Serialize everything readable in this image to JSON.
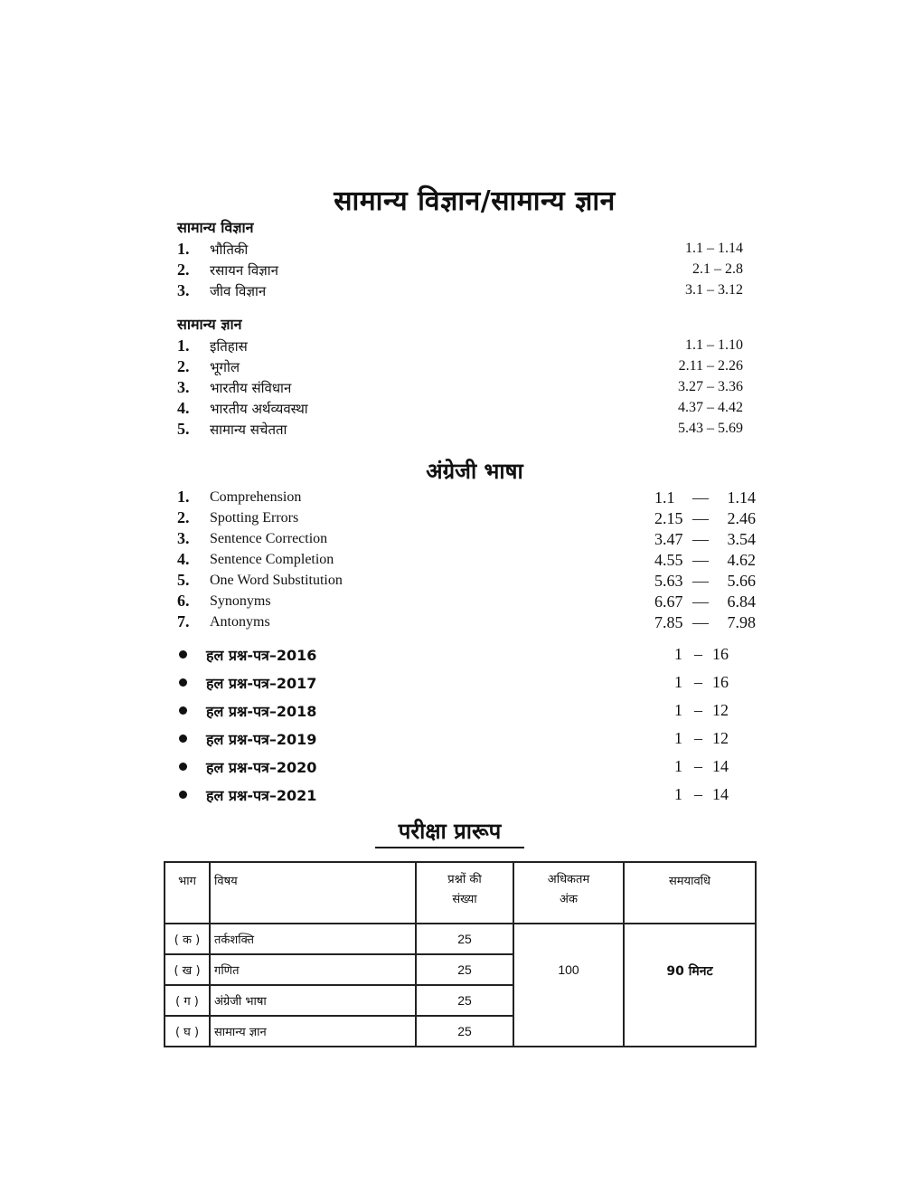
{
  "main_title": "सामान्य विज्ञान/सामान्य ज्ञान",
  "general_science": {
    "heading": "सामान्य विज्ञान",
    "items": [
      {
        "num": "1.",
        "label": "भौतिकी",
        "range": "1.1 – 1.14"
      },
      {
        "num": "2.",
        "label": "रसायन विज्ञान",
        "range": "2.1 – 2.8"
      },
      {
        "num": "3.",
        "label": "जीव विज्ञान",
        "range": "3.1 – 3.12"
      }
    ]
  },
  "general_knowledge": {
    "heading": "सामान्य ज्ञान",
    "items": [
      {
        "num": "1.",
        "label": "इतिहास",
        "range": "1.1 – 1.10"
      },
      {
        "num": "2.",
        "label": "भूगोल",
        "range": "2.11 – 2.26"
      },
      {
        "num": "3.",
        "label": "भारतीय संविधान",
        "range": "3.27 – 3.36"
      },
      {
        "num": "4.",
        "label": "भारतीय अर्थव्यवस्था",
        "range": "4.37 – 4.42"
      },
      {
        "num": "5.",
        "label": "सामान्य सचेतता",
        "range": "5.43 – 5.69"
      }
    ]
  },
  "english": {
    "heading": "अंग्रेजी भाषा",
    "items": [
      {
        "num": "1.",
        "label": "Comprehension",
        "from": "1.1",
        "dash": "—",
        "to": "1.14"
      },
      {
        "num": "2.",
        "label": "Spotting Errors",
        "from": "2.15",
        "dash": "—",
        "to": "2.46"
      },
      {
        "num": "3.",
        "label": "Sentence Correction",
        "from": "3.47",
        "dash": "—",
        "to": "3.54"
      },
      {
        "num": "4.",
        "label": "Sentence Completion",
        "from": "4.55",
        "dash": "—",
        "to": "4.62"
      },
      {
        "num": "5.",
        "label": "One Word Substitution",
        "from": "5.63",
        "dash": "—",
        "to": "5.66"
      },
      {
        "num": "6.",
        "label": "Synonyms",
        "from": "6.67",
        "dash": "—",
        "to": "6.84"
      },
      {
        "num": "7.",
        "label": "Antonyms",
        "from": "7.85",
        "dash": "—",
        "to": "7.98"
      }
    ]
  },
  "solved_papers": [
    {
      "label": "हल प्रश्न-पत्र–2016",
      "from": "1",
      "dash": "–",
      "to": "16"
    },
    {
      "label": "हल प्रश्न-पत्र–2017",
      "from": "1",
      "dash": "–",
      "to": "16"
    },
    {
      "label": "हल प्रश्न-पत्र–2018",
      "from": "1",
      "dash": "–",
      "to": "12"
    },
    {
      "label": "हल प्रश्न-पत्र–2019",
      "from": "1",
      "dash": "–",
      "to": "12"
    },
    {
      "label": "हल प्रश्न-पत्र–2020",
      "from": "1",
      "dash": "–",
      "to": "14"
    },
    {
      "label": "हल प्रश्न-पत्र–2021",
      "from": "1",
      "dash": "–",
      "to": "14"
    }
  ],
  "exam_pattern": {
    "heading": "परीक्षा प्रारूप",
    "headers": {
      "part": "भाग",
      "subject": "विषय",
      "qcount_line1": "प्रश्नों की",
      "qcount_line2": "संख्या",
      "marks_line1": "अधिकतम",
      "marks_line2": "अंक",
      "time": "समयावधि"
    },
    "rows": [
      {
        "part": "( क )",
        "subject": "तर्कशक्ति",
        "qcount": "25"
      },
      {
        "part": "( ख )",
        "subject": "गणित",
        "qcount": "25"
      },
      {
        "part": "( ग )",
        "subject": "अंग्रेजी भाषा",
        "qcount": "25"
      },
      {
        "part": "( घ )",
        "subject": "सामान्य ज्ञान",
        "qcount": "25"
      }
    ],
    "max_marks": "100",
    "duration": "90 मिनट"
  }
}
